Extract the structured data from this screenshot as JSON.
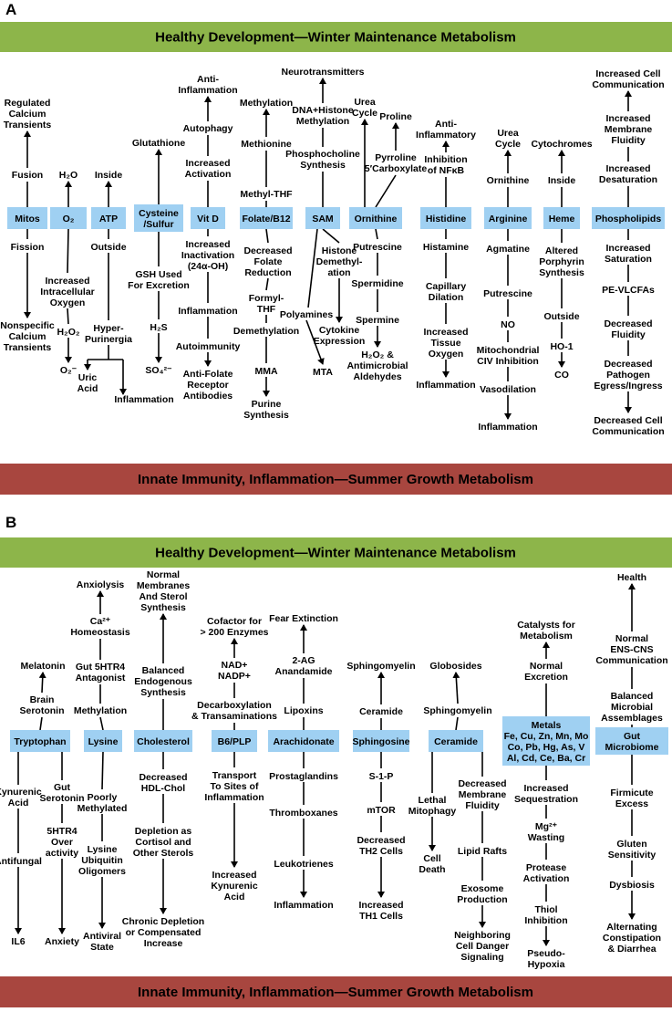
{
  "panels": [
    {
      "letter": "A",
      "top_band": "Healthy Development—Winter Maintenance Metabolism",
      "bottom_band": "Innate Immunity, Inflammation—Summer Growth Metabolism",
      "columns": [
        {
          "box": [
            "Mitos"
          ],
          "up": [
            "Fusion",
            "Regulated|Calcium|Transients"
          ],
          "down": [
            "Fission",
            "Nonspecific|Calcium|Transients"
          ]
        },
        {
          "box": [
            "O₂"
          ],
          "up": [
            "H₂O"
          ],
          "down": [
            "Increased|Intracellular|Oxygen",
            "H₂O₂",
            "O₂⁻"
          ]
        },
        {
          "box": [
            "ATP"
          ],
          "up": [
            "Inside"
          ],
          "down": [
            "Outside",
            "Hyper-|Purinergia",
            "Uric|Acid",
            "Inflammation"
          ]
        },
        {
          "box": [
            "Cysteine",
            "/Sulfur"
          ],
          "up": [
            "Glutathione"
          ],
          "down": [
            "GSH Used|For Excretion",
            "H₂S",
            "SO₄²⁻"
          ]
        },
        {
          "box": [
            "Vit D"
          ],
          "up": [
            "Increased|Activation",
            "Autophagy",
            "Anti-|Inflammation"
          ],
          "down": [
            "Increased|Inactivation|(24α-OH)",
            "Inflammation",
            "Autoimmunity",
            "Anti-Folate|Receptor|Antibodies"
          ]
        },
        {
          "box": [
            "Folate/B12"
          ],
          "up": [
            "Methyl-THF",
            "Methionine",
            "Methylation"
          ],
          "down": [
            "Decreased|Folate|Reduction",
            "Formyl-|THF",
            "Demethylation",
            "MMA",
            "Purine|Synthesis"
          ]
        },
        {
          "box": [
            "SAM"
          ],
          "up": [
            "Phosphocholine|Synthesis",
            "DNA+Histone|Methylation",
            "Neurotransmitters"
          ],
          "down": [
            "Histone|Demethyl-|ation",
            "Cytokine|Expression",
            "Polyamines",
            "MTA"
          ]
        },
        {
          "box": [
            "Ornithine"
          ],
          "up": [
            "Urea|Cycle",
            "Pyrroline|5′Carboxylate",
            "Proline"
          ],
          "down": [
            "Putrescine",
            "Spermidine",
            "Spermine",
            "H₂O₂ &|Antimicrobial|Aldehydes"
          ]
        },
        {
          "box": [
            "Histidine"
          ],
          "up": [
            "Inhibition|of NFκB",
            "Anti-|Inflammatory"
          ],
          "down": [
            "Histamine",
            "Capillary|Dilation",
            "Increased|Tissue|Oxygen",
            "Inflammation"
          ]
        },
        {
          "box": [
            "Arginine"
          ],
          "up": [
            "Ornithine",
            "Urea|Cycle"
          ],
          "down": [
            "Agmatine",
            "Putrescine",
            "NO",
            "Mitochondrial|CIV Inhibition",
            "Vasodilation",
            "Inflammation"
          ]
        },
        {
          "box": [
            "Heme"
          ],
          "up": [
            "Inside",
            "Cytochromes"
          ],
          "down": [
            "Altered|Porphyrin|Synthesis",
            "Outside",
            "HO-1",
            "CO"
          ]
        },
        {
          "box": [
            "Phospholipids"
          ],
          "up": [
            "Increased|Desaturation",
            "Increased|Membrane|Fluidity",
            "Increased Cell|Communication"
          ],
          "down": [
            "Increased|Saturation",
            "PE-VLCFAs",
            "Decreased|Fluidity",
            "Decreased|Pathogen|Egress/Ingress",
            "Decreased Cell|Communication"
          ]
        }
      ]
    },
    {
      "letter": "B",
      "top_band": "Healthy Development—Winter Maintenance Metabolism",
      "bottom_band": "Innate Immunity, Inflammation—Summer Growth Metabolism",
      "columns": [
        {
          "box": [
            "Tryptophan"
          ],
          "up": [
            "Brain|Serotonin",
            "Melatonin"
          ],
          "down": [
            "Kynurenic|Acid",
            "Antifungal",
            "IL6",
            "Gut|Serotonin",
            "5HTR4|Over|activity",
            "Anxiety"
          ]
        },
        {
          "box": [
            "Lysine"
          ],
          "up": [
            "Methylation",
            "Gut 5HTR4|Antagonist",
            "Ca²⁺|Homeostasis",
            "Anxiolysis"
          ],
          "down": [
            "Poorly|Methylated",
            "Lysine|Ubiquitin|Oligomers",
            "Antiviral|State"
          ]
        },
        {
          "box": [
            "Cholesterol"
          ],
          "up": [
            "Balanced|Endogenous|Synthesis",
            "Normal|Membranes|And Sterol|Synthesis"
          ],
          "down": [
            "Decreased|HDL-Chol",
            "Depletion as|Cortisol and|Other Sterols",
            "Chronic Depletion|or Compensated|Increase"
          ]
        },
        {
          "box": [
            "B6/PLP"
          ],
          "up": [
            "Decarboxylation|& Transaminations",
            "NAD+|NADP+",
            "Cofactor for|> 200 Enzymes"
          ],
          "down": [
            "Transport|To Sites of|Inflammation",
            "Increased|Kynurenic|Acid"
          ]
        },
        {
          "box": [
            "Arachidonate"
          ],
          "up": [
            "Lipoxins",
            "2-AG|Anandamide",
            "Fear Extinction"
          ],
          "down": [
            "Prostaglandins",
            "Thromboxanes",
            "Leukotrienes",
            "Inflammation"
          ]
        },
        {
          "box": [
            "Sphingosine"
          ],
          "up": [
            "Ceramide",
            "Sphingomyelin"
          ],
          "down": [
            "S-1-P",
            "mTOR",
            "Decreased|TH2 Cells",
            "Increased|TH1 Cells"
          ]
        },
        {
          "box": [
            "Ceramide"
          ],
          "up": [
            "Sphingomyelin",
            "Globosides"
          ],
          "down": [
            "Lethal|Mitophagy",
            "Cell|Death",
            "Decreased|Membrane|Fluidity",
            "Lipid Rafts",
            "Exosome|Production",
            "Neighboring|Cell Danger|Signaling"
          ]
        },
        {
          "box": [
            "Metals",
            "Fe, Cu, Zn, Mn, Mo",
            "Co, Pb, Hg, As, V",
            "Al, Cd, Ce, Ba, Cr"
          ],
          "up": [
            "Normal|Excretion",
            "Catalysts for|Metabolism"
          ],
          "down": [
            "Increased|Sequestration",
            "Mg²⁺|Wasting",
            "Protease|Activation",
            "Thiol|Inhibition",
            "Pseudo-|Hypoxia"
          ]
        },
        {
          "box": [
            "Gut",
            "Microbiome"
          ],
          "up": [
            "Balanced|Microbial|Assemblages",
            "Normal|ENS-CNS|Communication",
            "Health"
          ],
          "down": [
            "Firmicute|Excess",
            "Gluten|Sensitivity",
            "Dysbiosis",
            "Alternating|Constipation|& Diarrhea"
          ]
        }
      ]
    }
  ],
  "colors": {
    "top_band": "#8db54a",
    "bottom_band": "#a8463f",
    "box": "#9fd0f2",
    "line": "#000000"
  }
}
